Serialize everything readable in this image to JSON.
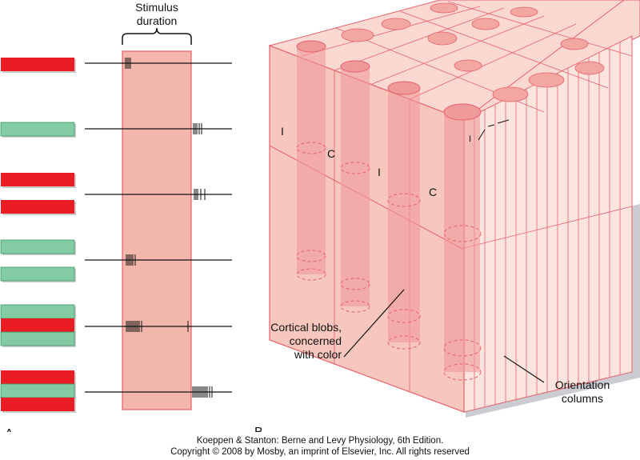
{
  "panel_a": {
    "stimulus_label_line1": "Stimulus",
    "stimulus_label_line2": "duration",
    "panel_letter": "A",
    "colors": {
      "red": "#ec1c24",
      "green": "#82cba3",
      "window": "#f3b6ab"
    },
    "rows": [
      {
        "bars": [
          "red"
        ],
        "spikes": "onset"
      },
      {
        "bars": [
          "green"
        ],
        "spikes": "offset"
      },
      {
        "bars": [
          "red",
          "red"
        ],
        "spikes": "offset"
      },
      {
        "bars": [
          "green",
          "green"
        ],
        "spikes": "onset"
      },
      {
        "bars": [
          "green",
          "red",
          "green"
        ],
        "spikes": "onset-strong"
      },
      {
        "bars": [
          "red",
          "green",
          "red"
        ],
        "spikes": "offset-strong"
      }
    ]
  },
  "panel_b": {
    "panel_letter": "B",
    "ocular_label_left": "I",
    "color_label_left": "C",
    "ocular_label_right": "I",
    "color_label_right": "C",
    "small_label": "I",
    "blobs_label_line1": "Cortical blobs,",
    "blobs_label_line2": "concerned",
    "blobs_label_line3": "with color",
    "orientation_label_line1": "Orientation",
    "orientation_label_line2": "columns",
    "colors": {
      "block_front": "#f7c6bd",
      "block_top": "#fbd9d2",
      "block_edge": "#e8606a",
      "blob": "#ef9a9a"
    }
  },
  "caption": {
    "line1": "Koeppen & Stanton: Berne and Levy Physiology, 6th Edition.",
    "line2": "Copyright © 2008 by Mosby, an imprint of Elsevier, Inc. All rights reserved"
  }
}
